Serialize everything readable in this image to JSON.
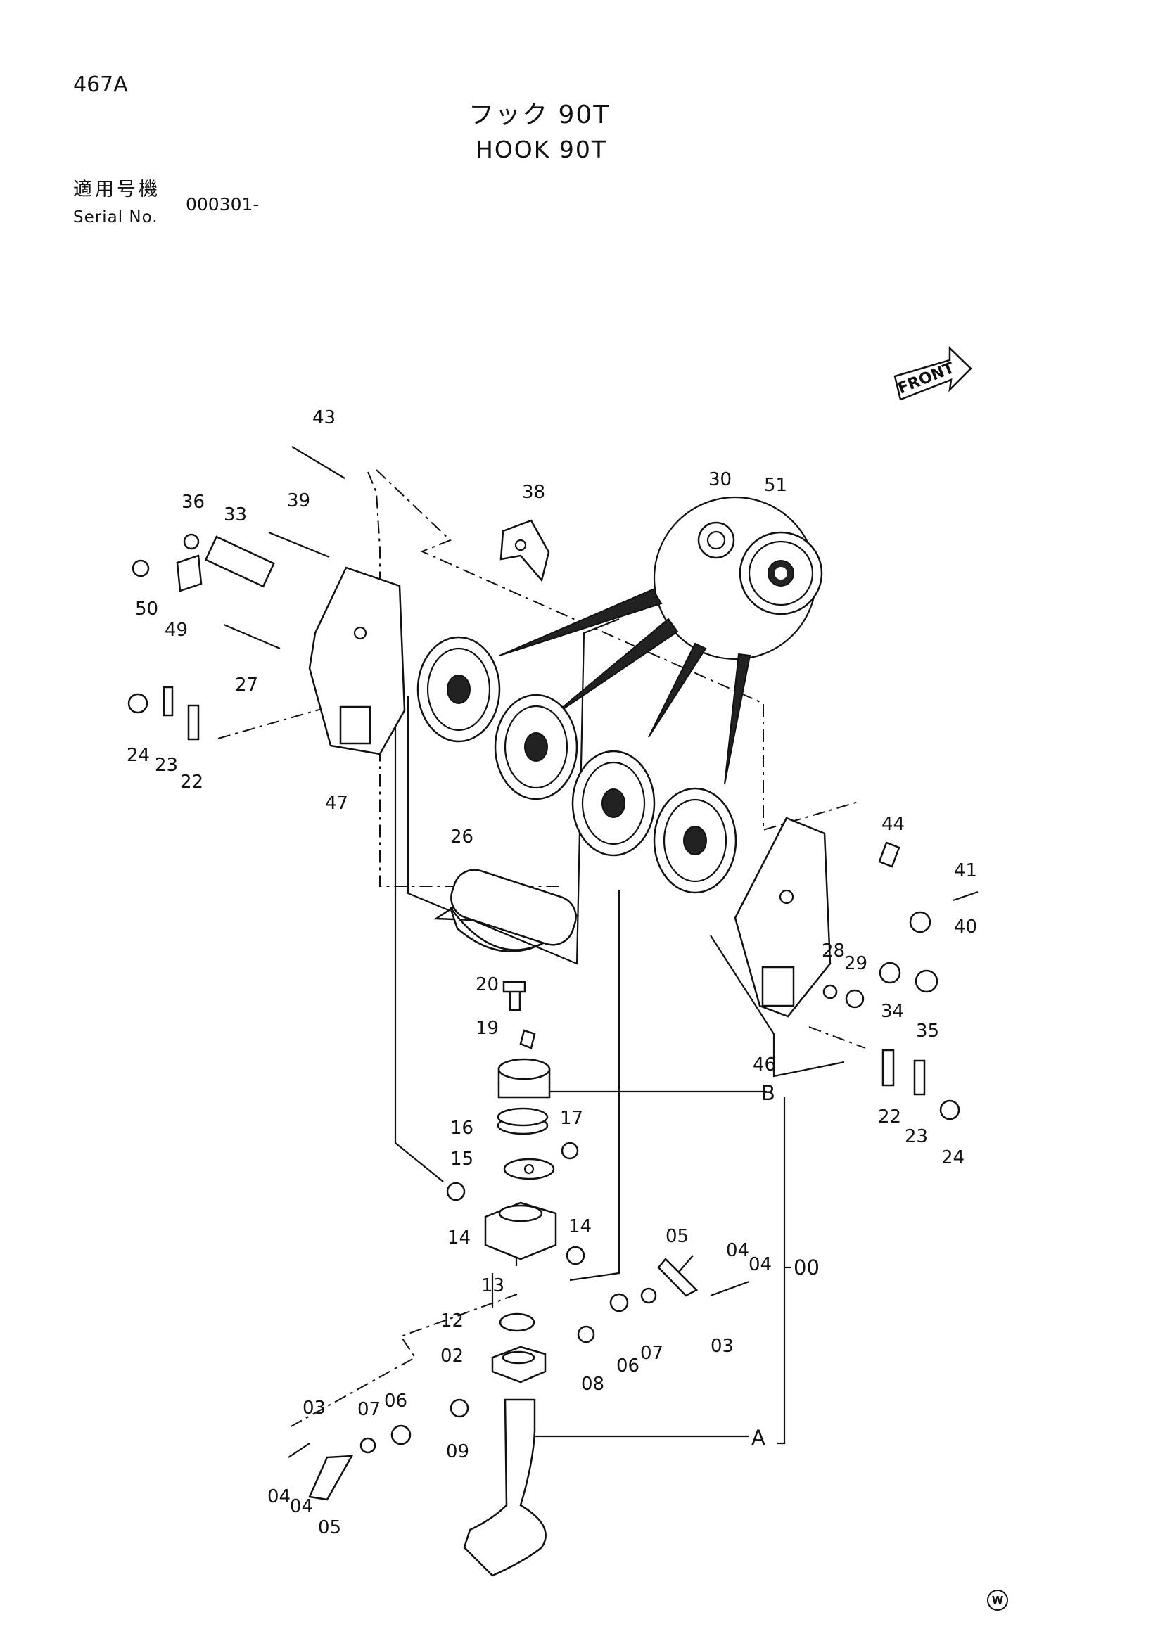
{
  "header": {
    "page_code": "467A",
    "title_ja": "フック 90T",
    "title_en": "HOOK 90T"
  },
  "serial": {
    "label_ja": "適用号機",
    "label_en": "Serial No.",
    "value": "000301-"
  },
  "diagram": {
    "front_label": "FRONT",
    "part_labels": [
      "43",
      "38",
      "30",
      "51",
      "36",
      "33",
      "39",
      "50",
      "49",
      "27",
      "24",
      "23",
      "22",
      "47",
      "26",
      "44",
      "41",
      "40",
      "28",
      "29",
      "34",
      "35",
      "46",
      "20",
      "19",
      "B",
      "16",
      "17",
      "15",
      "14",
      "14",
      "13",
      "05",
      "04",
      "04",
      "00",
      "03",
      "12",
      "02",
      "08",
      "06",
      "07",
      "03",
      "07",
      "06",
      "09",
      "A",
      "04",
      "04",
      "05",
      "22",
      "23",
      "24"
    ]
  },
  "footer": {
    "maker_mark": "W"
  }
}
